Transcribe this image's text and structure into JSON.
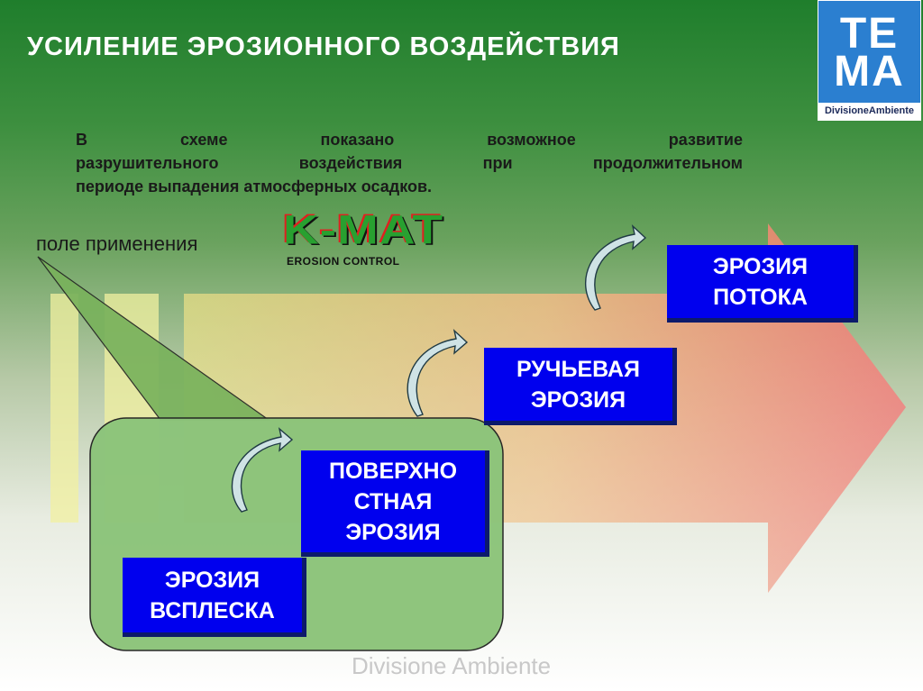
{
  "header": {
    "title": "УСИЛЕНИЕ ЭРОЗИОННОГО ВОЗДЕЙСТВИЯ"
  },
  "logo": {
    "line1": "TE",
    "line2": "MA",
    "subtitle": "DivisioneAmbiente"
  },
  "description": {
    "line1": "В схеме показано возможное развитие",
    "line2": "разрушительного воздействия при продолжительном",
    "line3": "периоде выпадения атмосферных осадков."
  },
  "application": {
    "label": "поле применения",
    "brand": "K-MAT",
    "brand_sub": "EROSION CONTROL"
  },
  "stages": [
    {
      "label": "ЭРОЗИЯ\nВСПЛЕСКА"
    },
    {
      "label": "ПОВЕРХНО\nСТНАЯ\nЭРОЗИЯ"
    },
    {
      "label": "РУЧЬЕВАЯ\nЭРОЗИЯ"
    },
    {
      "label": "ЭРОЗИЯ\nПОТОКА"
    }
  ],
  "colors": {
    "stage_box": "#0000ee",
    "field_box": "#8cc47a",
    "accent_green": "#1f7e2c"
  },
  "footer": {
    "text": "Divisione Ambiente"
  }
}
